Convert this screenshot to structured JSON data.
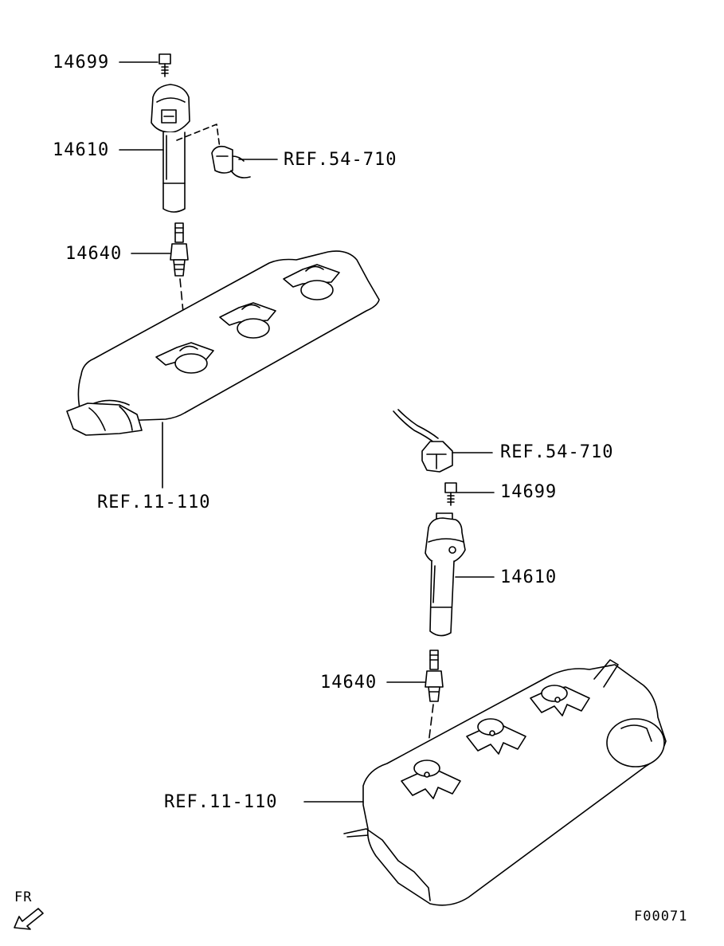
{
  "labels": {
    "upper_bolt": "14699",
    "upper_coil": "14610",
    "upper_connector_ref": "REF.54-710",
    "upper_plug": "14640",
    "upper_cover_ref": "REF.11-110",
    "lower_connector_ref": "REF.54-710",
    "lower_bolt": "14699",
    "lower_coil": "14610",
    "lower_plug": "14640",
    "lower_cover_ref": "REF.11-110",
    "front_indicator": "FR",
    "figure_code": "F00071"
  },
  "colors": {
    "line": "#000000",
    "background": "#ffffff"
  }
}
